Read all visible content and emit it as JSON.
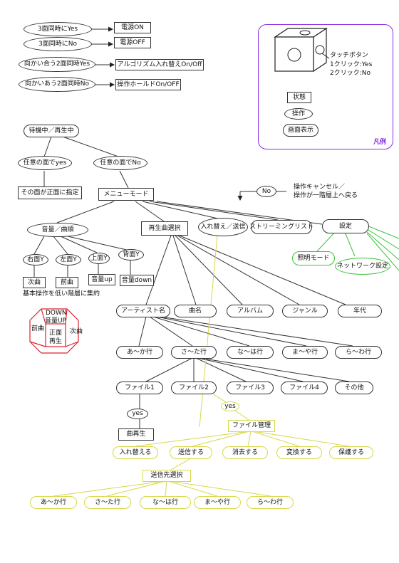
{
  "top_rules": [
    {
      "condition": "3面同時にYes",
      "result": "電源ON"
    },
    {
      "condition": "3面同時にNo",
      "result": "電源OFF"
    },
    {
      "condition": "向かい合う2面同時Yes",
      "result": "アルゴリズム入れ替えOn/Off"
    },
    {
      "condition": "向かいあう2面同時No",
      "result": "操作ホールドOn/OFF"
    }
  ],
  "legend": {
    "touch_button": "タッチボタン",
    "click1": "1クリック:Yes",
    "click2": "2クリック:No",
    "state": "状態",
    "operation": "操作",
    "screen": "画面表示",
    "title": "凡例"
  },
  "flow": {
    "standby": "待機中／再生中",
    "any_yes": "任意の面でyes",
    "any_no": "任意の面でNo",
    "front_set": "その面が正面に指定",
    "menu": "メニューモード",
    "no_bubble": "No",
    "cancel_note_1": "操作キャンセル／",
    "cancel_note_2": "操作が一階層上へ戻る",
    "menu_items": [
      "音量／曲順",
      "再生曲選択",
      "入れ替え／送信",
      "ストリーミングリスト",
      "設定"
    ],
    "settings_items": [
      "照明モード",
      "ネットワーク設定"
    ],
    "volume_faces": [
      "右面Y",
      "左面Y",
      "上面Y",
      "背面Y"
    ],
    "volume_actions": [
      "次曲",
      "前曲",
      "音量up",
      "音量down"
    ],
    "concentrate_note": "基本操作を低い階層に集約",
    "cube_labels": {
      "down": "DOWN",
      "up": "音量UP",
      "front": "正面",
      "play": "再生",
      "prev": "前曲",
      "next": "次曲"
    },
    "categories": [
      "アーティスト名",
      "曲名",
      "アルバム",
      "ジャンル",
      "年代"
    ],
    "kana_rows": [
      "あ～か行",
      "さ～た行",
      "な～は行",
      "ま～や行",
      "ら～わ行"
    ],
    "files": [
      "ファイル1",
      "ファイル2",
      "ファイル3",
      "ファイル4",
      "その他"
    ],
    "yes": "yes",
    "play_track": "曲再生",
    "file_manage": "ファイル管理",
    "file_actions": [
      "入れ替える",
      "送信する",
      "消去する",
      "変換する",
      "保護する"
    ],
    "send_select": "送信先選択",
    "send_rows": [
      "あ～か行",
      "さ～た行",
      "な～は行",
      "ま～や行",
      "ら～わ行"
    ]
  },
  "colors": {
    "line": "#333333",
    "yellow": "#d7d84a",
    "green": "#37c337",
    "red": "#e0202c",
    "legend": "#8a2be2"
  }
}
